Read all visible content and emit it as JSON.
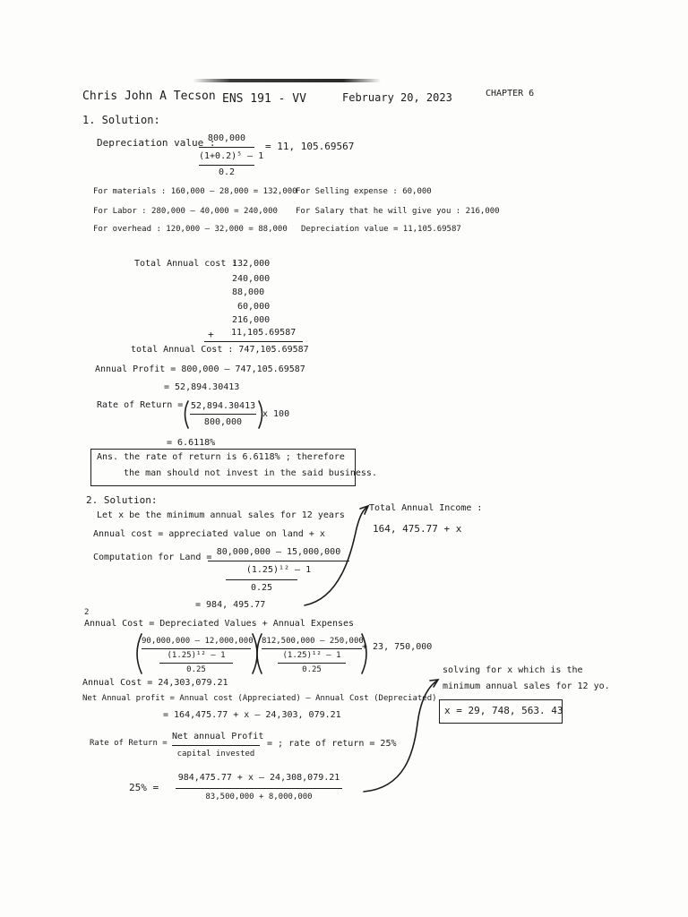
{
  "header": {
    "name": "Chris John A Tecson",
    "course": "ENS 191 - VV",
    "date": "February 20, 2023",
    "chapter": "CHAPTER 6"
  },
  "p1": {
    "title": "1. Solution:",
    "dep_label": "Depreciation value :",
    "dep_num": "800,000",
    "dep_den": "(1+0.2)⁵ – 1",
    "dep_den2": "0.2",
    "dep_result": "= 11, 105.69567",
    "materials": "For materials : 160,000 – 28,000 = 132,000",
    "labor": "For Labor : 280,000 – 40,000 = 240,000",
    "overhead": "For overhead : 120,000 – 32,000 = 88,000",
    "selling": "For Selling expense : 60,000",
    "salary": "For Salary that he will give you : 216,000",
    "depval": "Depreciation value = 11,105.69587",
    "tac_label": "Total Annual cost :",
    "tac_items": [
      "132,000",
      "240,000",
      "88,000",
      "60,000",
      "216,000"
    ],
    "tac_last": "11,105.69587",
    "tac_plus": "+",
    "tac_total": "total Annual Cost : 747,105.69587",
    "profit1": "Annual Profit = 800,000 – 747,105.69587",
    "profit2": "= 52,894.30413",
    "ror_label": "Rate of Return =",
    "ror_num": "52,894.30413",
    "ror_den": "800,000",
    "ror_times": "x 100",
    "ror_result": "= 6.6118%",
    "ans1": "Ans. the rate of return is 6.6118% ; therefore",
    "ans2": "the man should not invest in the said business."
  },
  "p2": {
    "title": "2. Solution:",
    "let": "Let x be the minimum annual sales for 12 years",
    "annual_cost": "Annual cost = appreciated value on land + x",
    "comp_label": "Computation for Land =",
    "comp_num": "80,000,000 – 15,000,000",
    "comp_den": "(1.25)¹² – 1",
    "comp_den2": "0.25",
    "comp_result": "= 984, 495.77",
    "tai_label": "Total Annual Income :",
    "tai_value": "164, 475.77 + x",
    "marker": "2",
    "ac2_label": "Annual Cost = Depreciated Values + Annual Expenses",
    "f1_num": "90,000,000 – 12,000,000",
    "f1_den": "(1.25)¹² – 1",
    "f1_den2": "0.25",
    "f2_num": "812,500,000 – 250,000",
    "f2_den": "(1.25)¹² – 1",
    "f2_den2": "0.25",
    "plus_exp": "+ 23, 750,000",
    "ac2_result": "Annual Cost = 24,303,079.21",
    "nap1": "Net Annual profit = Annual cost (Appreciated) – Annual Cost (Depreciated)",
    "nap2": "= 164,475.77 + x – 24,303, 079.21",
    "ror2_label": "Rate of Return =",
    "ror2_num": "Net annual Profit",
    "ror2_den": "capital invested",
    "ror2_tail": "= ; rate of return = 25%",
    "eq_lhs": "25% =",
    "eq_num": "984,475.77 + x – 24,308,079.21",
    "eq_den": "83,500,000 + 8,000,000",
    "solve1": "solving for x which is the",
    "solve2": "minimum annual sales for 12 yo.",
    "answer": "x = 29, 748, 563. 43"
  }
}
